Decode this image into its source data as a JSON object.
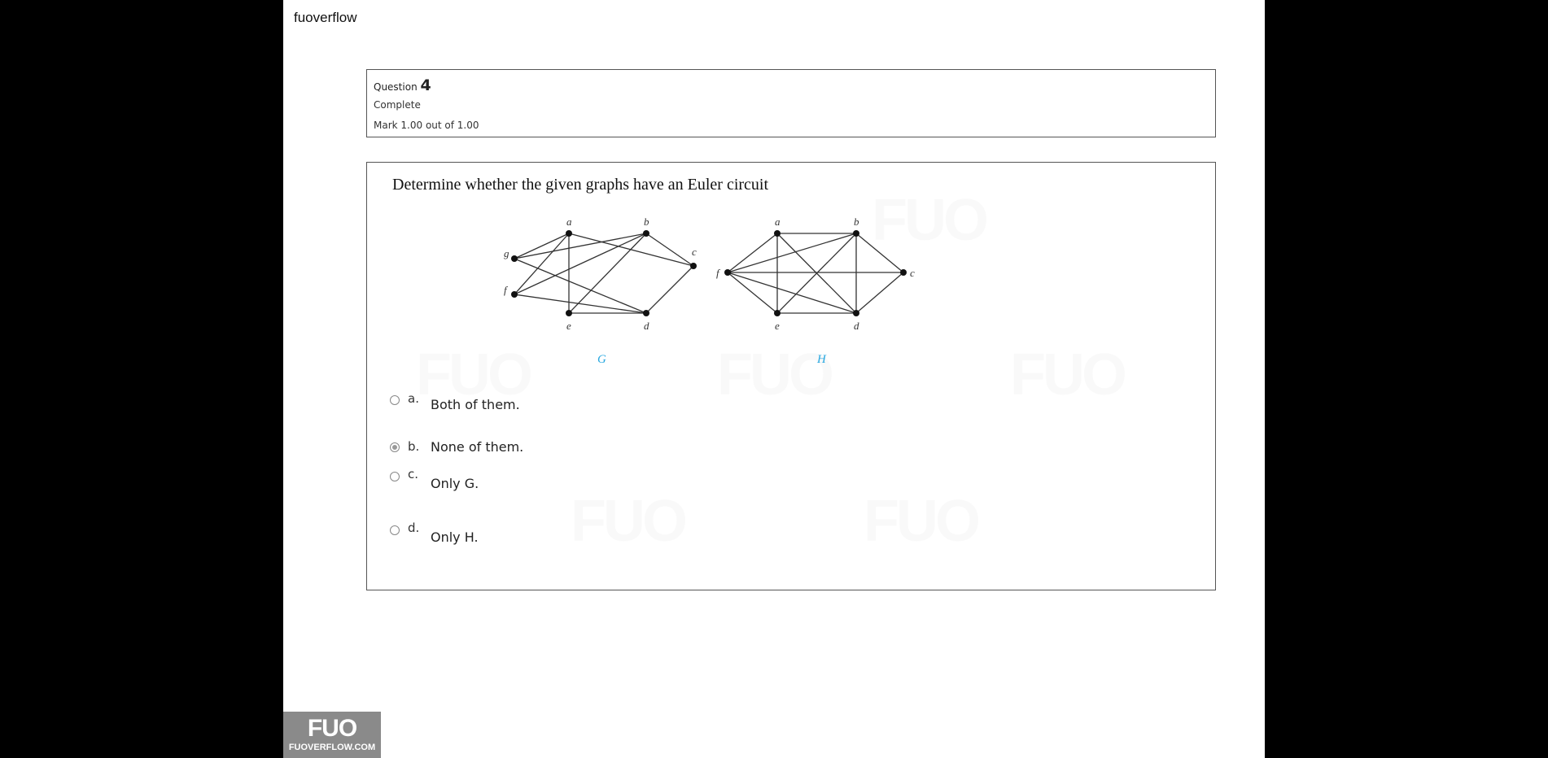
{
  "site": {
    "title": "fuoverflow"
  },
  "question": {
    "label": "Question",
    "number": "4",
    "state": "Complete",
    "mark": "Mark 1.00 out of 1.00",
    "prompt": "Determine whether the given graphs have an Euler circuit"
  },
  "graphs": {
    "G": {
      "caption": "G",
      "nodes": [
        {
          "id": "a",
          "label": "a"
        },
        {
          "id": "b",
          "label": "b"
        },
        {
          "id": "c",
          "label": "c"
        },
        {
          "id": "d",
          "label": "d"
        },
        {
          "id": "e",
          "label": "e"
        },
        {
          "id": "f",
          "label": "f"
        },
        {
          "id": "g",
          "label": "g"
        }
      ],
      "edges": [
        [
          "g",
          "a"
        ],
        [
          "g",
          "b"
        ],
        [
          "g",
          "d"
        ],
        [
          "a",
          "e"
        ],
        [
          "a",
          "c"
        ],
        [
          "a",
          "f"
        ],
        [
          "b",
          "e"
        ],
        [
          "b",
          "c"
        ],
        [
          "b",
          "f"
        ],
        [
          "c",
          "d"
        ],
        [
          "f",
          "d"
        ],
        [
          "e",
          "d"
        ]
      ]
    },
    "H": {
      "caption": "H",
      "nodes": [
        {
          "id": "a",
          "label": "a"
        },
        {
          "id": "b",
          "label": "b"
        },
        {
          "id": "c",
          "label": "c"
        },
        {
          "id": "d",
          "label": "d"
        },
        {
          "id": "e",
          "label": "e"
        },
        {
          "id": "f",
          "label": "f"
        }
      ],
      "edges": [
        [
          "a",
          "b"
        ],
        [
          "a",
          "f"
        ],
        [
          "a",
          "e"
        ],
        [
          "a",
          "d"
        ],
        [
          "b",
          "f"
        ],
        [
          "b",
          "e"
        ],
        [
          "b",
          "d"
        ],
        [
          "b",
          "c"
        ],
        [
          "f",
          "c"
        ],
        [
          "f",
          "e"
        ],
        [
          "f",
          "d"
        ],
        [
          "e",
          "d"
        ],
        [
          "d",
          "c"
        ]
      ]
    },
    "caption_color": "#29a8e0"
  },
  "options": [
    {
      "letter": "a.",
      "text": "Both of them.",
      "checked": false
    },
    {
      "letter": "b.",
      "text": "None of them.",
      "checked": true
    },
    {
      "letter": "c.",
      "text": "Only G.",
      "checked": false
    },
    {
      "letter": "d.",
      "text": "Only H.",
      "checked": false
    }
  ],
  "watermark": {
    "logo": "FUO",
    "url": "FUOVERFLOW.COM"
  }
}
